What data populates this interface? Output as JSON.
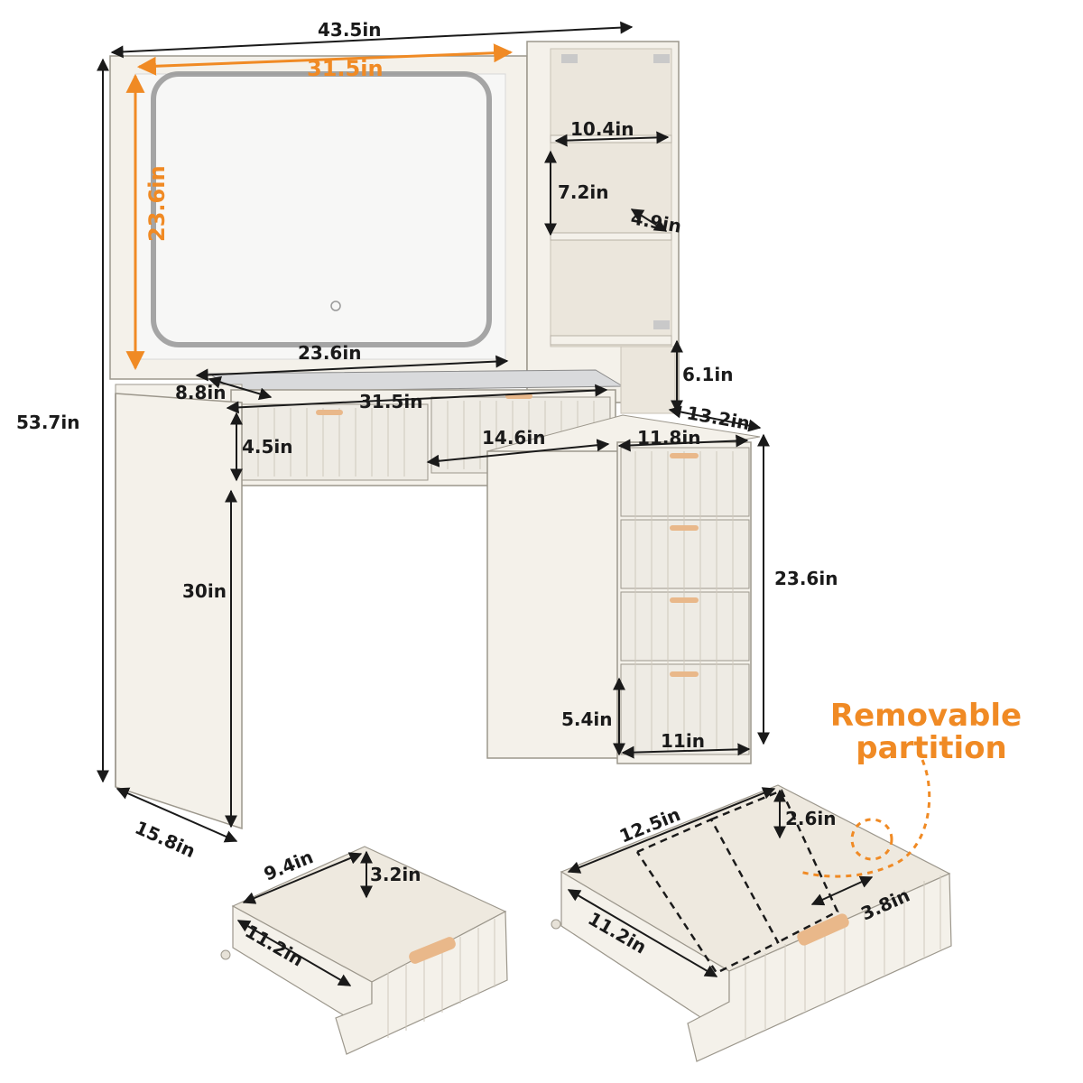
{
  "colors": {
    "wood": "#f4f1ea",
    "wood_shade": "#e4dfd4",
    "edge": "#9c978c",
    "accent": "#f08a24",
    "dim_line": "#1a1a1a",
    "handle": "#e9b88a"
  },
  "dimensions": {
    "overall_width": "43.5in",
    "overall_height": "53.7in",
    "depth": "15.8in",
    "mirror_width": "31.5in",
    "mirror_height": "23.6in",
    "shelf_width": "10.4in",
    "shelf_height": "7.2in",
    "shelf_depth": "4.9in",
    "glass_width": "23.6in",
    "glass_depth": "8.8in",
    "drawer_row_width": "31.5in",
    "drawer_height": "4.5in",
    "drawer_width": "14.6in",
    "side_gap": "6.1in",
    "side_depth": "13.2in",
    "side_width": "11.8in",
    "leg_height": "30in",
    "cabinet_height": "23.6in",
    "bottom_drawer_height": "5.4in",
    "bottom_drawer_width": "11in",
    "small_drawer_width": "9.4in",
    "small_drawer_height": "3.2in",
    "small_drawer_depth": "11.2in",
    "large_drawer_width": "12.5in",
    "large_drawer_height": "2.6in",
    "large_drawer_depth": "11.2in",
    "large_drawer_section": "3.8in"
  },
  "callout": {
    "line1": "Removable",
    "line2": "partition"
  }
}
